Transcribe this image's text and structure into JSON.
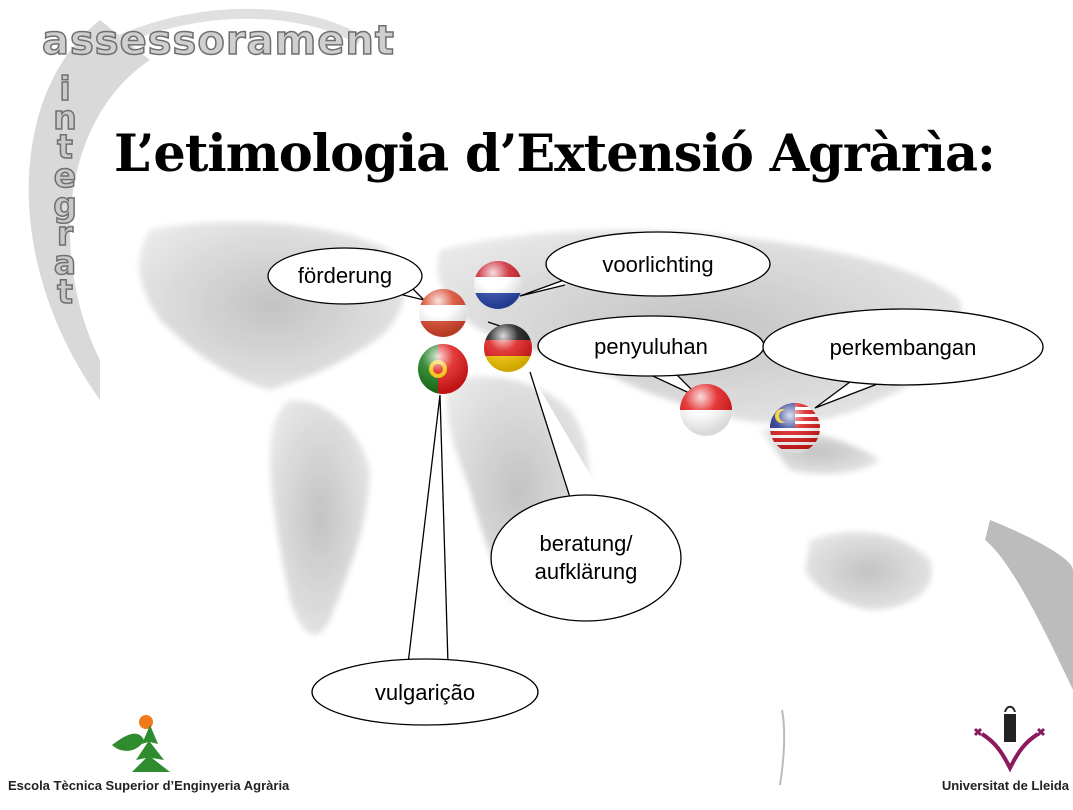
{
  "brand": {
    "horizontal": "assessorament",
    "vertical": [
      "i",
      "n",
      "t",
      "e",
      "g",
      "r",
      "a",
      "t"
    ]
  },
  "title": "L’etimologia d’Extensió Agràrìa:",
  "terms": {
    "forderung": "förderung",
    "voorlichting": "voorlichting",
    "penyuluhan": "penyuluhan",
    "perkembangan": "perkembangan",
    "beratung_line1": "beratung/",
    "beratung_line2": "aufklärung",
    "vulgaricao": "vulgarição"
  },
  "footer": {
    "left": "Escola Tècnica Superior d’Enginyeria Agrària",
    "right": "Universitat de Lleida"
  },
  "colors": {
    "bubble_fill": "#ffffff",
    "bubble_stroke": "#000000",
    "logo_green": "#2e8b2e",
    "logo_orange": "#f07a1a",
    "logo_purple": "#8a1a5c"
  },
  "flags": [
    "austria-flag",
    "netherlands-flag",
    "germany-flag",
    "portugal-flag",
    "indonesia-flag",
    "malaysia-flag"
  ]
}
